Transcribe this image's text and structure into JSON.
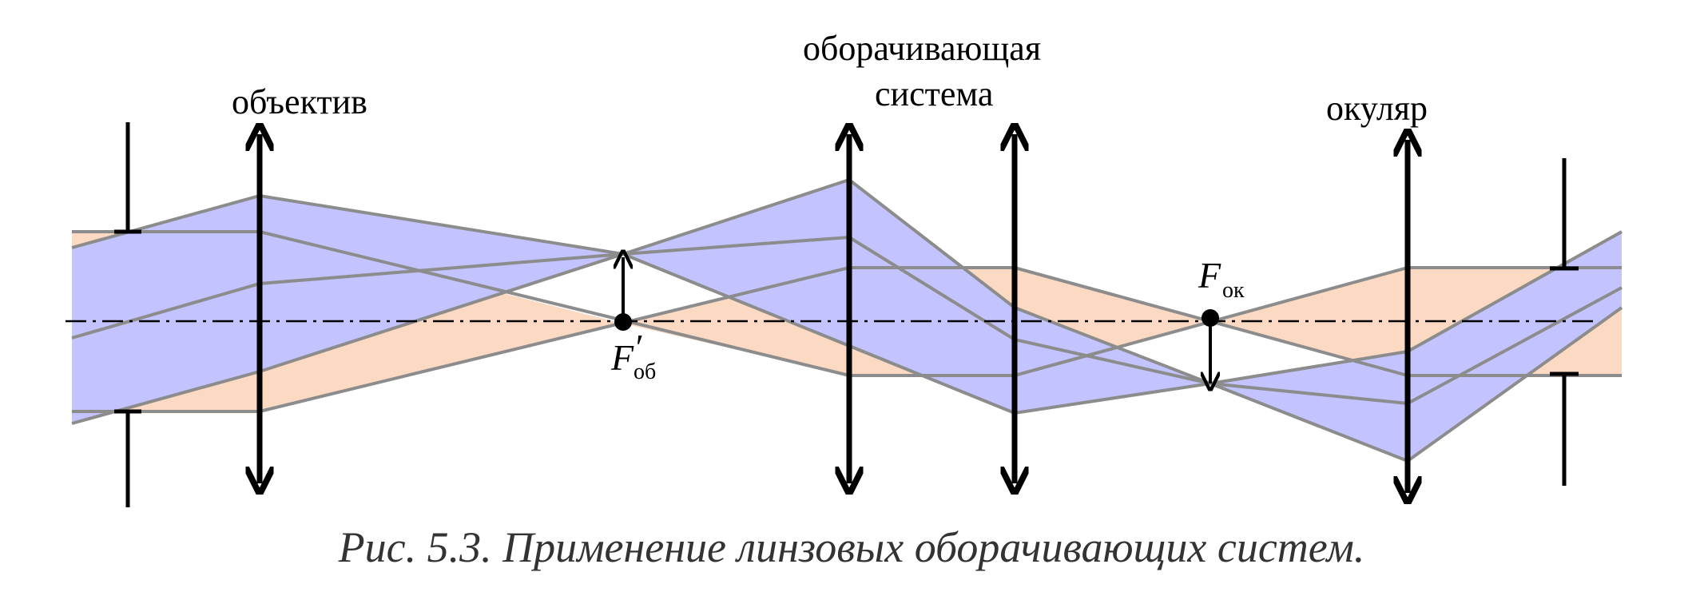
{
  "labels": {
    "objective": "объектив",
    "relay_line1": "оборачивающая",
    "relay_line2": "система",
    "eyepiece": "окуляр"
  },
  "focus_objective": {
    "symbol": "F",
    "prime": "′",
    "subscript": "об"
  },
  "focus_eyepiece": {
    "symbol": "F",
    "subscript": "ок"
  },
  "caption": "Рис. 5.3. Применение линзовых оборачивающих систем.",
  "colors": {
    "beam_blue": "#c3c3ff",
    "beam_orange": "#fcd9c3",
    "ray_gray": "#8c8c8c"
  }
}
